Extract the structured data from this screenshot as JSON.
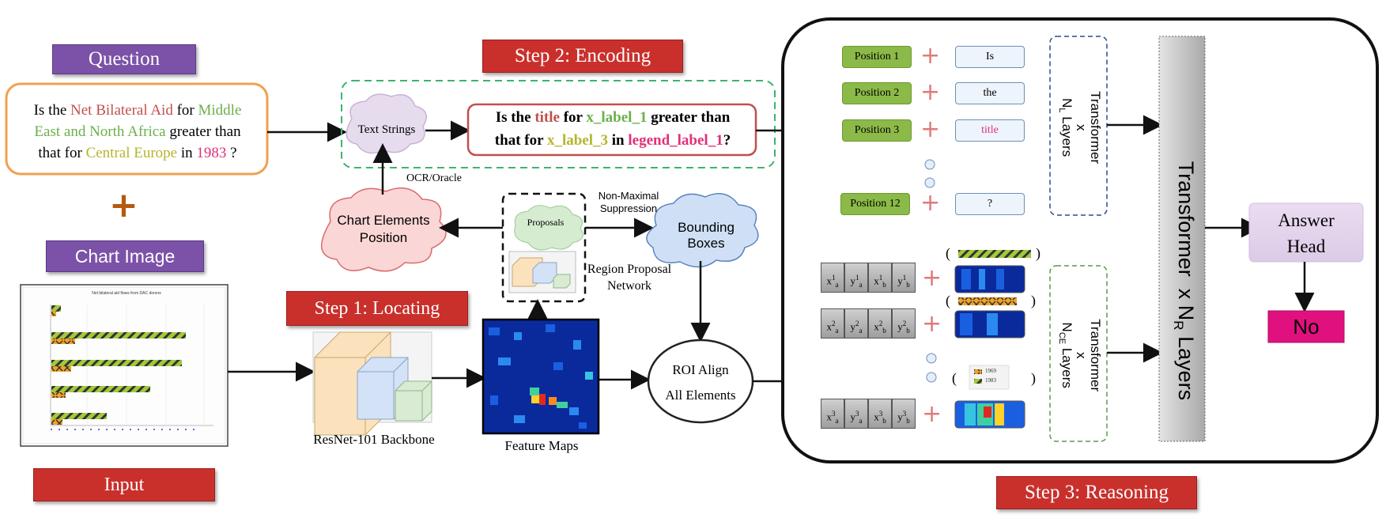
{
  "input": {
    "question_label": "Question",
    "question_parts": [
      {
        "text": "Is the ",
        "color": "#222222"
      },
      {
        "text": "Net Bilateral Aid",
        "color": "#c0504d"
      },
      {
        "text": " for ",
        "color": "#222222"
      },
      {
        "text": "Middle",
        "color": "#6ab04c"
      },
      {
        "text": "East and North  Africa",
        "color": "#6ab04c"
      },
      {
        "text": " greater than",
        "color": "#222222"
      },
      {
        "text": "that for ",
        "color": "#222222"
      },
      {
        "text": "Central Europe",
        "color": "#b5b52e"
      },
      {
        "text": " in ",
        "color": "#222222"
      },
      {
        "text": "1983",
        "color": "#e0307a"
      },
      {
        "text": " ?",
        "color": "#222222"
      }
    ],
    "plus_sign": "+",
    "chart_image_label": "Chart Image",
    "chart_thumb_title": "Net bilateral aid flows from DAC donors",
    "input_label": "Input"
  },
  "step1": {
    "label": "Step 1: Locating",
    "backbone_label": "ResNet-101 Backbone",
    "feature_maps_label": "Feature Maps"
  },
  "step2": {
    "label": "Step 2: Encoding",
    "text_strings": "Text Strings",
    "ocr_label": "OCR/Oracle",
    "chart_elements": [
      "Chart Elements",
      "Position"
    ],
    "proposals": "Proposals",
    "nms": [
      "Non-Maximal",
      "Suppression"
    ],
    "bounding_boxes": "Bounding Boxes",
    "rpn": [
      "Region Proposal",
      "Network"
    ],
    "roi": [
      "ROI Align",
      "All Elements"
    ],
    "encoded_parts": [
      {
        "text": "Is the ",
        "color": "#222222"
      },
      {
        "text": "title",
        "color": "#c0504d"
      },
      {
        "text": " for ",
        "color": "#222222"
      },
      {
        "text": "x_label_1",
        "color": "#6ab04c"
      },
      {
        "text": " greater than",
        "color": "#222222"
      },
      {
        "text": "that for  ",
        "color": "#222222"
      },
      {
        "text": "x_label_3",
        "color": "#b5b52e"
      },
      {
        "text": " in ",
        "color": "#222222"
      },
      {
        "text": "legend_label_1",
        "color": "#e0307a"
      },
      {
        "text": "?",
        "color": "#222222"
      }
    ]
  },
  "step3": {
    "label": "Step 3: Reasoning",
    "positions": [
      "Position 1",
      "Position 2",
      "Position 3",
      "Position 12"
    ],
    "tokens": [
      "Is",
      "the",
      "title",
      "?"
    ],
    "token_colors": [
      "#222222",
      "#222222",
      "#e0307a",
      "#222222"
    ],
    "transformer_l": [
      "Transformer",
      "x",
      "N",
      "L",
      " Layers"
    ],
    "transformer_ce": [
      "Transformer",
      "x",
      "N",
      "CE",
      " Layers"
    ],
    "transformer_r": [
      "Transformer  x N",
      "R",
      " Layers"
    ],
    "answer_head": [
      "Answer",
      "Head"
    ],
    "answer": "No",
    "legend_mini": [
      "1969",
      "1983"
    ],
    "coords": [
      [
        "x",
        "1",
        "a"
      ],
      [
        "y",
        "1",
        "a"
      ],
      [
        "x",
        "1",
        "b"
      ],
      [
        "y",
        "1",
        "b"
      ],
      [
        "x",
        "2",
        "a"
      ],
      [
        "y",
        "2",
        "a"
      ],
      [
        "x",
        "2",
        "b"
      ],
      [
        "y",
        "2",
        "b"
      ],
      [
        "x",
        "3",
        "a"
      ],
      [
        "y",
        "3",
        "a"
      ],
      [
        "x",
        "3",
        "b"
      ],
      [
        "y",
        "3",
        "b"
      ]
    ]
  },
  "colors": {
    "purple": "#7b52a8",
    "red": "#c9302c",
    "green_pos": "#8cba48",
    "answer_pink": "#e0117f",
    "answer_head_bg": "#e6d9ee"
  }
}
